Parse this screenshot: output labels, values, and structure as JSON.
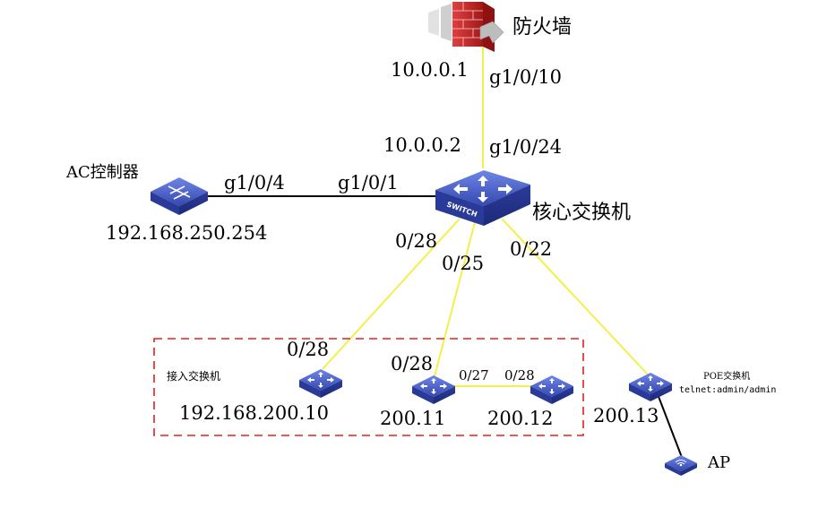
{
  "nodes": {
    "firewall": {
      "label": "防火墙",
      "ip": "10.0.0.1",
      "port": "g1/0/10"
    },
    "core": {
      "label": "核心交换机",
      "ip": "10.0.0.2",
      "port_up": "g1/0/24",
      "port_ac": "g1/0/1",
      "port_sw1": "0/28",
      "port_sw2": "0/25",
      "port_poe": "0/22"
    },
    "ac": {
      "label": "AC控制器",
      "ip": "192.168.250.254",
      "port": "g1/0/4"
    },
    "access_group": {
      "label": "接入交换机"
    },
    "access1": {
      "ip": "192.168.200.10",
      "port_up": "0/28"
    },
    "access2": {
      "ip": "200.11",
      "port_up": "0/28",
      "port_down": "0/27"
    },
    "access3": {
      "ip": "200.12",
      "port_up": "0/28"
    },
    "poe": {
      "label": "POE交换机",
      "login": "telnet:admin/admin",
      "ip": "200.13"
    },
    "ap": {
      "label": "AP"
    }
  },
  "icons": {
    "switch_text": "SWITCH"
  },
  "colors": {
    "link_fiber": "#f4ef4a",
    "link_copper": "#000000",
    "switch_blue": "#3a4fb5",
    "firewall_red": "#c62828",
    "group_border": "#e02020"
  }
}
